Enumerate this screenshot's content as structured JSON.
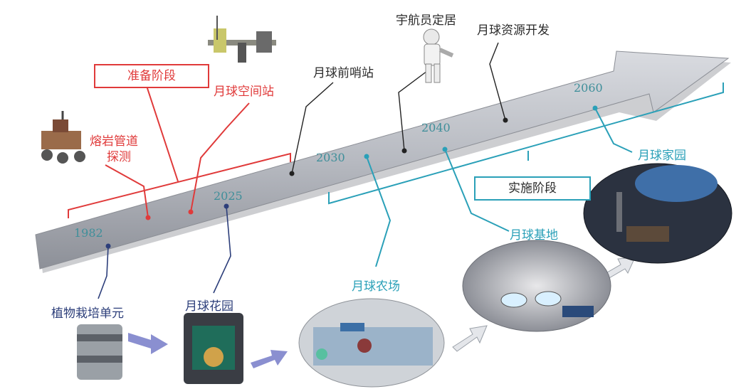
{
  "years": [
    "1982",
    "2025",
    "2030",
    "2040",
    "2060"
  ],
  "phases": {
    "prep": "准备阶段",
    "impl": "实施阶段"
  },
  "milestones": {
    "lava_tube": [
      "熔岩管道",
      "探测"
    ],
    "space_station": "月球空间站",
    "outpost": "月球前哨站",
    "astronaut": "宇航员定居",
    "resource": "月球资源开发",
    "home": "月球家园",
    "base": "月球基地",
    "farm": "月球农场",
    "garden": "月球花园",
    "cultivation": "植物栽培单元"
  },
  "colors": {
    "prep": "#e03a3a",
    "impl": "#2aa0b8",
    "early": "#2c3e7a",
    "arrow": "#b9bcc2"
  }
}
